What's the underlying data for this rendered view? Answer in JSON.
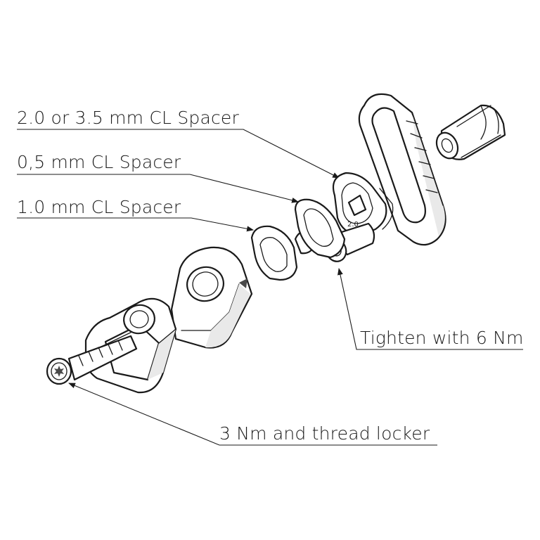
{
  "callouts": {
    "spacer_2_0": "2.0 or 3.5 mm CL Spacer",
    "spacer_0_5": "0,5 mm CL Spacer",
    "spacer_1_0": "1.0 mm CL Spacer",
    "tighten": "Tighten with 6 Nm",
    "thread_locker": "3 Nm and thread locker"
  },
  "part_marking": "2.0"
}
